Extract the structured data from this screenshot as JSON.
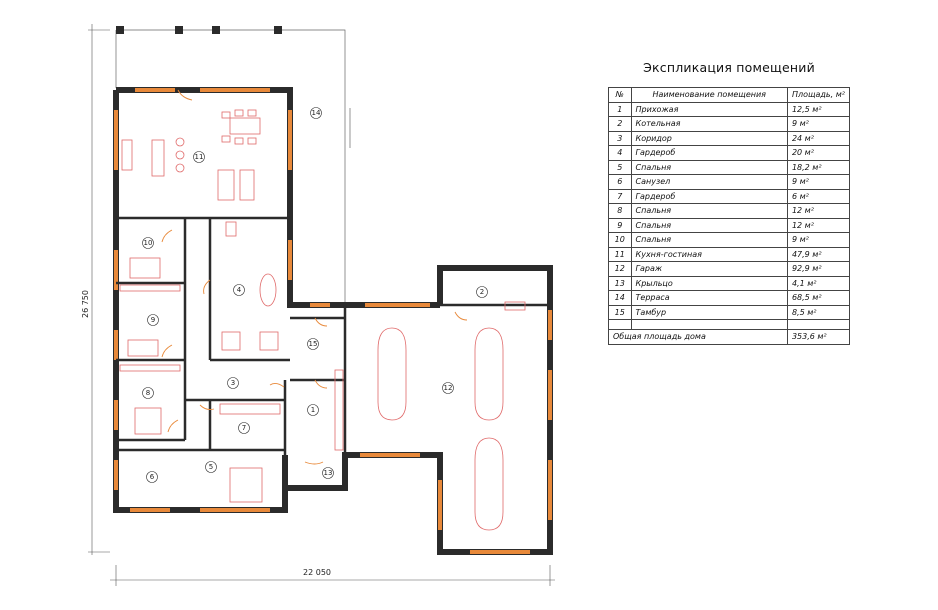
{
  "legend": {
    "title": "Экспликация помещений",
    "header": {
      "num": "№",
      "name": "Наименование помещения",
      "area": "Площадь, м²"
    },
    "rows": [
      {
        "num": "1",
        "name": "Прихожая",
        "area": "12,5 м²"
      },
      {
        "num": "2",
        "name": "Котельная",
        "area": "9 м²"
      },
      {
        "num": "3",
        "name": "Коридор",
        "area": "24 м²"
      },
      {
        "num": "4",
        "name": "Гардероб",
        "area": "20 м²"
      },
      {
        "num": "5",
        "name": "Спальня",
        "area": "18,2 м²"
      },
      {
        "num": "6",
        "name": "Санузел",
        "area": "9 м²"
      },
      {
        "num": "7",
        "name": "Гардероб",
        "area": "6 м²"
      },
      {
        "num": "8",
        "name": "Спальня",
        "area": "12 м²"
      },
      {
        "num": "9",
        "name": "Спальня",
        "area": "12 м²"
      },
      {
        "num": "10",
        "name": "Спальня",
        "area": "9 м²"
      },
      {
        "num": "11",
        "name": "Кухня-гостиная",
        "area": "47,9 м²"
      },
      {
        "num": "12",
        "name": "Гараж",
        "area": "92,9 м²"
      },
      {
        "num": "13",
        "name": "Крыльцо",
        "area": "4,1 м²"
      },
      {
        "num": "14",
        "name": "Терраса",
        "area": "68,5 м²"
      },
      {
        "num": "15",
        "name": "Тамбур",
        "area": "8,5 м²"
      }
    ],
    "total": {
      "name": "Общая площадь дома",
      "area": "353,6 м²"
    }
  },
  "plan": {
    "dim_width": "22 050",
    "dim_height": "26 750",
    "room_labels": [
      "1",
      "2",
      "3",
      "4",
      "5",
      "6",
      "7",
      "8",
      "9",
      "10",
      "11",
      "12",
      "13",
      "14",
      "15"
    ]
  },
  "colors": {
    "wall": "#2b2b2b",
    "window": "#e8893a",
    "furniture": "#e06a6a",
    "line": "#555555"
  }
}
